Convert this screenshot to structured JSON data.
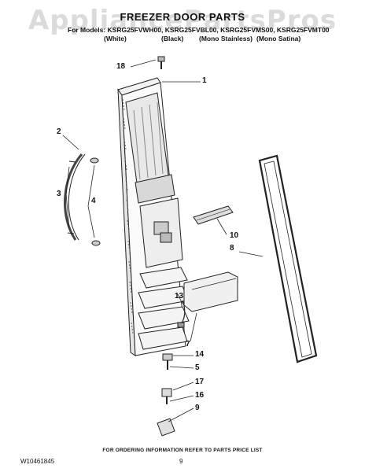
{
  "watermark": "AppliancePartsPros",
  "title": "FREEZER DOOR PARTS",
  "models_line": "For Models: KSRG25FVWH00, KSRG25FVBL00, KSRG25FVMS00, KSRG25FVMT00",
  "finishes": [
    "(White)",
    "(Black)",
    "(Mono Stainless)",
    "(Mono Satina)"
  ],
  "callouts": [
    "18",
    "1",
    "2",
    "3",
    "4",
    "10",
    "8",
    "13",
    "14",
    "5",
    "7",
    "17",
    "16",
    "9"
  ],
  "footer_note": "FOR ORDERING INFORMATION REFER TO PARTS PRICE LIST",
  "doc_number": "W10461845",
  "page_number": "9"
}
